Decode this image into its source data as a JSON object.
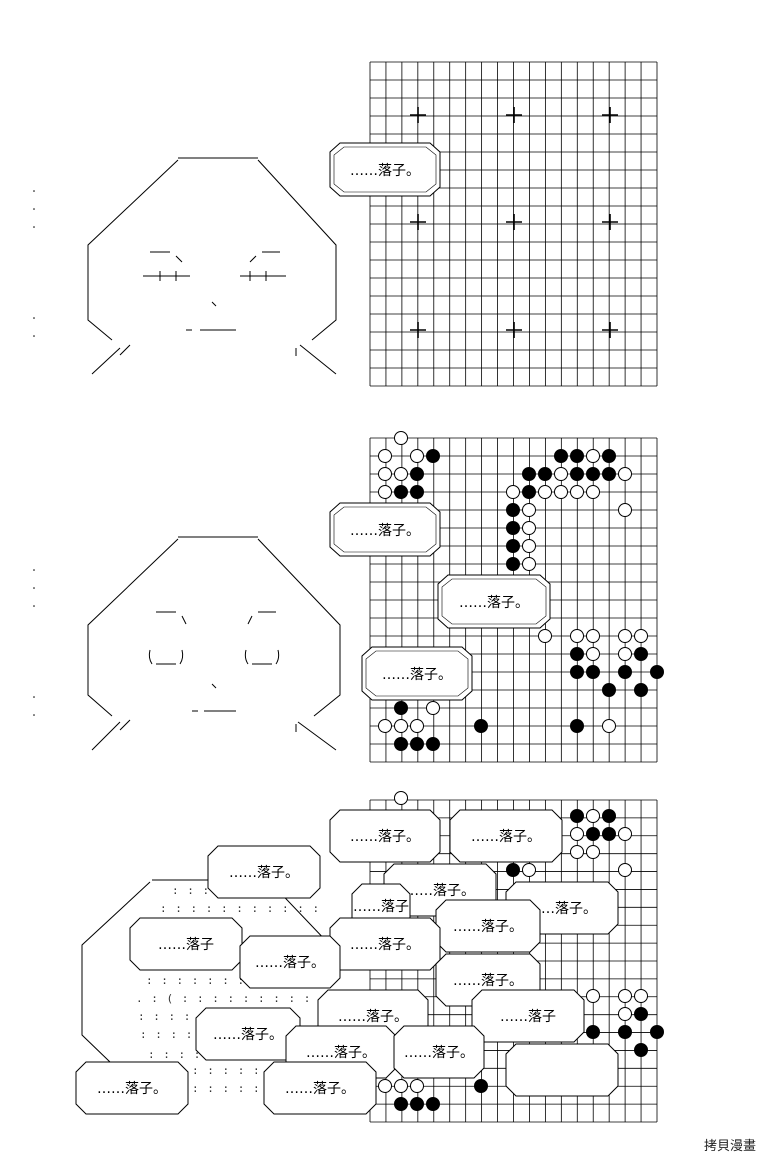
{
  "dialogue": {
    "panel1": [
      "……落子。"
    ],
    "panel2": [
      "……落子。",
      "……落子。",
      "……落子。"
    ],
    "panel3": [
      "……落子。",
      "……落子。",
      "……落子。",
      "……落子。",
      "……落子",
      "……落子。",
      "……落子。",
      "……落子",
      "……落子。",
      "……落子。",
      "……落子。",
      "……落子。",
      "……落子",
      "……落子。",
      "……落子。",
      "……落子。",
      "……落子。",
      "……落子。"
    ]
  },
  "watermark": "拷貝漫畫",
  "colors": {
    "line": "#000000",
    "paper": "#ffffff"
  }
}
